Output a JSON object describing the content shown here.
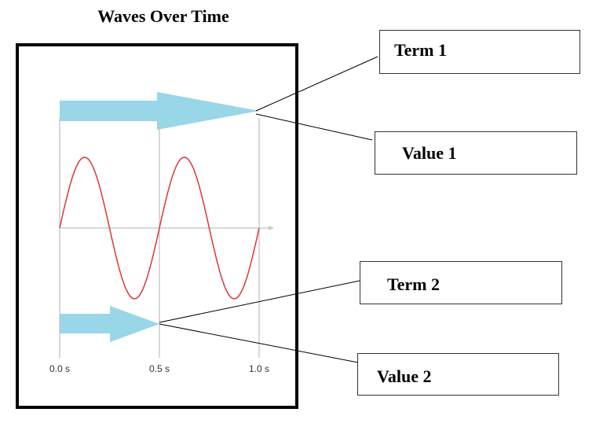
{
  "title": "Waves Over Time",
  "axis": {
    "ticks": [
      "0.0 s",
      "0.5 s",
      "1.0 s"
    ],
    "tick_values": [
      0,
      0.5,
      1.0
    ]
  },
  "wave": {
    "cycles": 2,
    "duration_s": 1.0,
    "color": "#d9383a"
  },
  "arrows": [
    {
      "name": "term-1-arrow",
      "end_time_s": 1.0,
      "color": "#98d6e8"
    },
    {
      "name": "term-2-arrow",
      "end_time_s": 0.5,
      "color": "#98d6e8"
    }
  ],
  "labels": {
    "term1": "Term 1",
    "value1": "Value 1",
    "term2": "Term 2",
    "value2": "Value 2"
  }
}
